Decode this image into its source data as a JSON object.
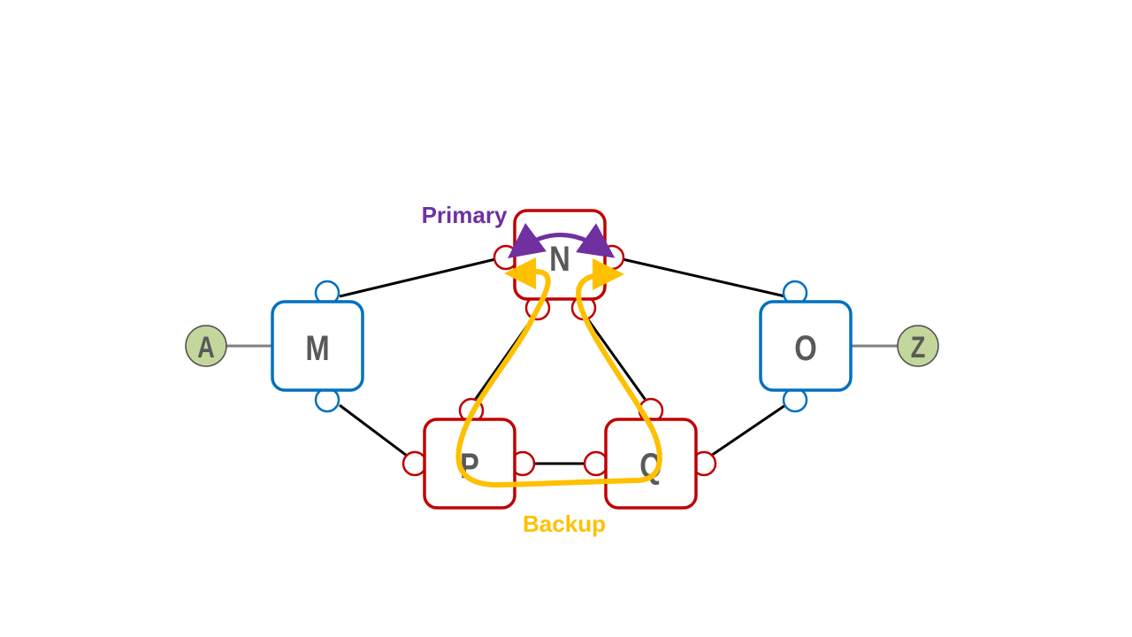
{
  "colors": {
    "background": "#ffffff",
    "edge_node": "#0070c0",
    "ring_node": "#c00000",
    "host_fill": "#c3d69b",
    "host_stroke": "#4d4d4d",
    "label_text": "#595959",
    "primary": "#7030a0",
    "backup": "#ffc000",
    "link": "#000000",
    "host_link": "#7f7f7f"
  },
  "nodes": {
    "M": "M",
    "N": "N",
    "O": "O",
    "P": "P",
    "Q": "Q"
  },
  "hosts": {
    "A": "A",
    "Z": "Z"
  },
  "labels": {
    "primary": "Primary",
    "backup": "Backup"
  }
}
